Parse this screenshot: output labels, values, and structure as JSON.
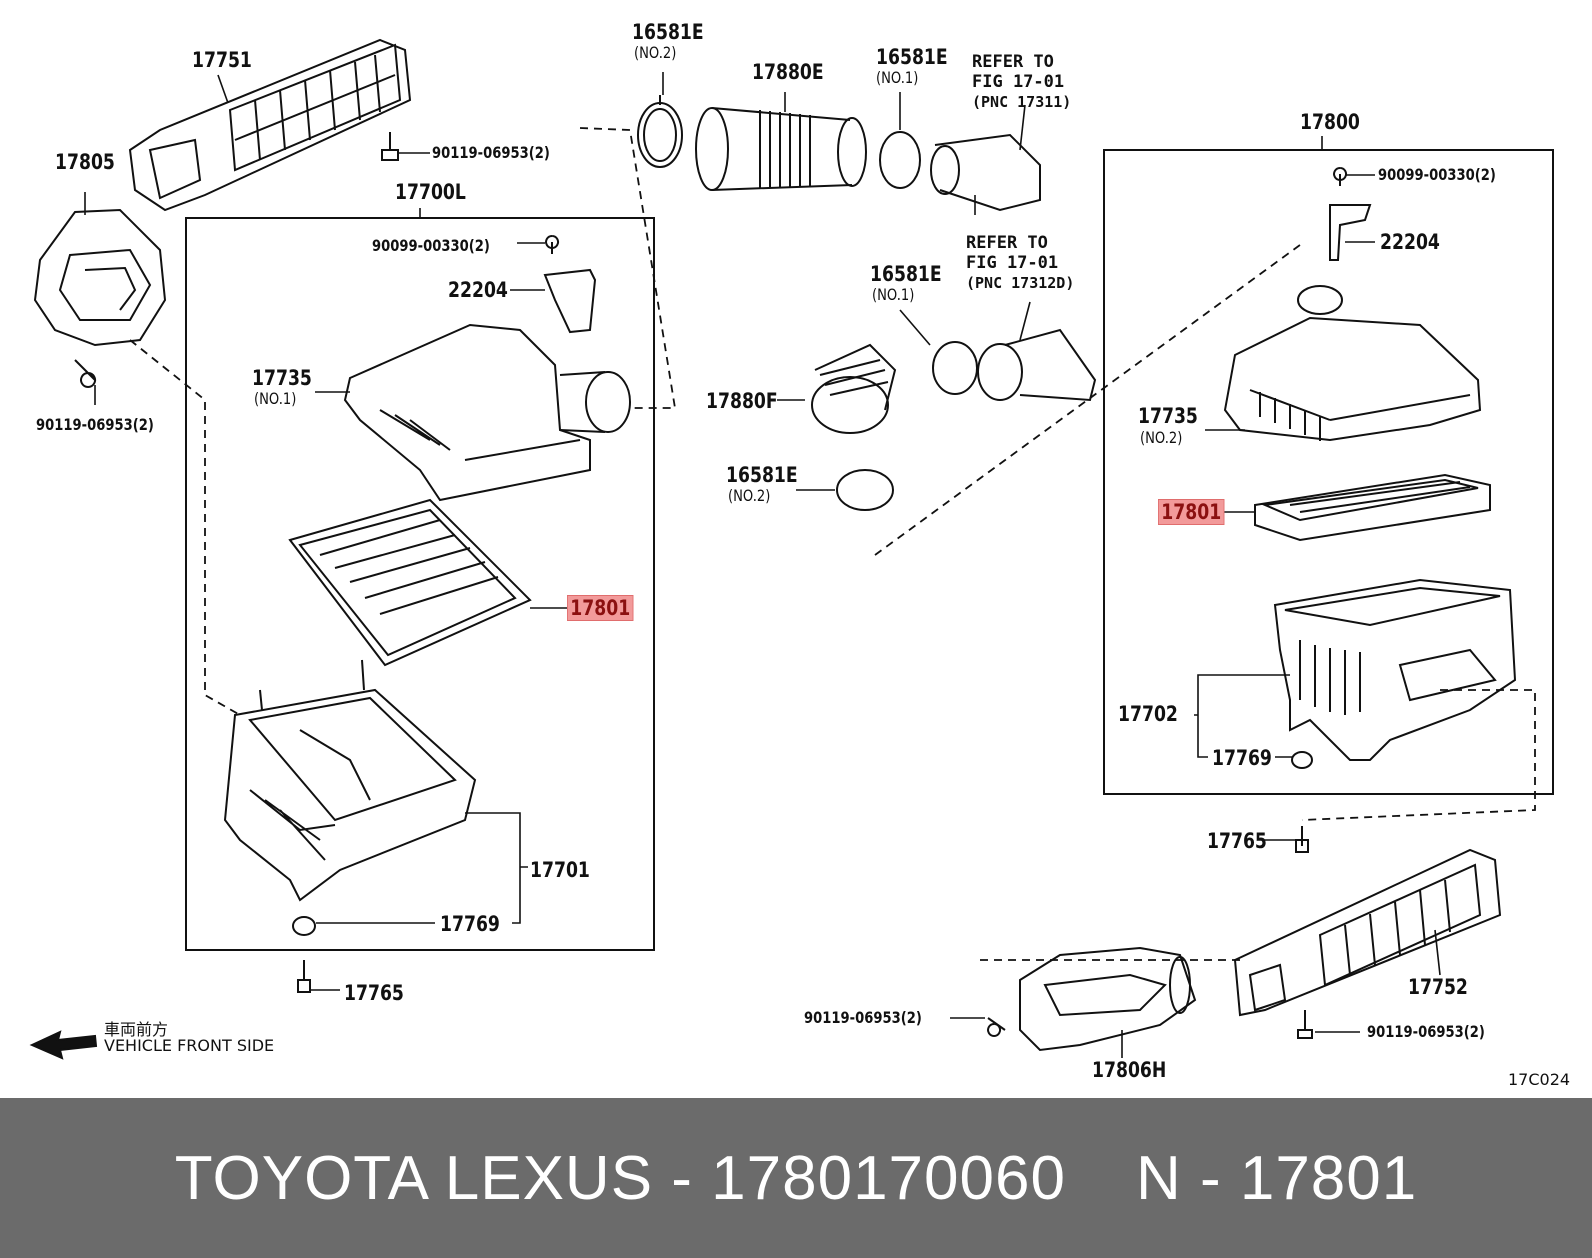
{
  "labels": {
    "p17751": "17751",
    "p17805": "17805",
    "b90119_left": "90119-06953(2)",
    "b90119_top": "90119-06953(2)",
    "p17700L": "17700L",
    "b90099_left": "90099-00330(2)",
    "p22204_left": "22204",
    "p17735_left": "17735",
    "p17735_left_sub": "(NO.1)",
    "p17801_left": "17801",
    "p17701": "17701",
    "p17769_left": "17769",
    "p17765_left": "17765",
    "p16581E_top_left": "16581E",
    "p16581E_top_left_sub": "(NO.2)",
    "p17880E": "17880E",
    "p16581E_top_mid": "16581E",
    "p16581E_top_mid_sub": "(NO.1)",
    "ref1_l1": "REFER TO",
    "ref1_l2": "FIG 17-01",
    "ref1_l3": "(PNC 17311)",
    "p16581E_mid": "16581E",
    "p16581E_mid_sub": "(NO.1)",
    "ref2_l1": "REFER TO",
    "ref2_l2": "FIG 17-01",
    "ref2_l3": "(PNC 17312D)",
    "p17880F": "17880F",
    "p16581E_low": "16581E",
    "p16581E_low_sub": "(NO.2)",
    "p17800": "17800",
    "b90099_right": "90099-00330(2)",
    "p22204_right": "22204",
    "p17735_right": "17735",
    "p17735_right_sub": "(NO.2)",
    "p17801_right": "17801",
    "p17702": "17702",
    "p17769_right": "17769",
    "p17765_right": "17765",
    "p17752": "17752",
    "b90119_bot_right": "90119-06953(2)",
    "b90119_bot_mid": "90119-06953(2)",
    "p17806H": "17806H",
    "front_jp": "車両前方",
    "front_en": "VEHICLE FRONT SIDE",
    "fig_code": "17C024"
  },
  "highlight_color": "#f29a9a",
  "footer": {
    "brand": "TOYOTA LEXUS - 1780170060",
    "part": "N - 17801",
    "background": "#6b6b6b"
  }
}
